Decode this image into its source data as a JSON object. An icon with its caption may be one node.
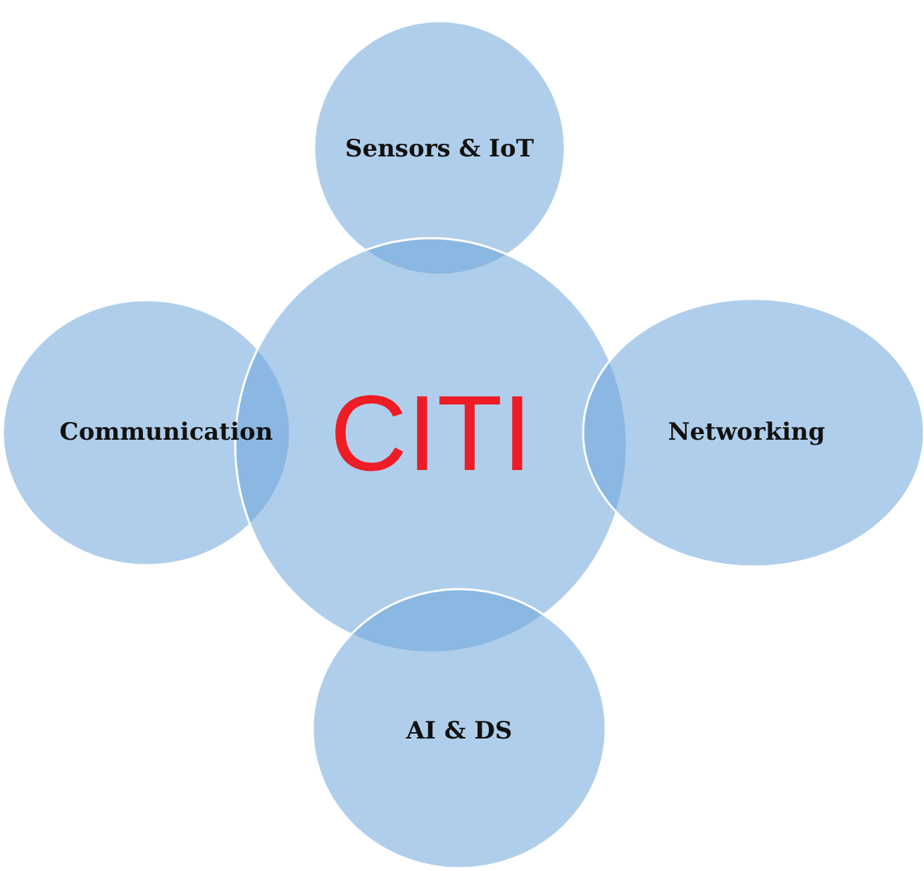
{
  "diagram": {
    "nodes": [
      {
        "text": [
          "Sensors & IoT"
        ]
      },
      {
        "text": [
          "Communication"
        ]
      },
      {
        "text": [
          "CITI"
        ]
      },
      {
        "text": [
          "Networking"
        ]
      },
      {
        "text": [
          "AI & DS"
        ]
      }
    ]
  }
}
